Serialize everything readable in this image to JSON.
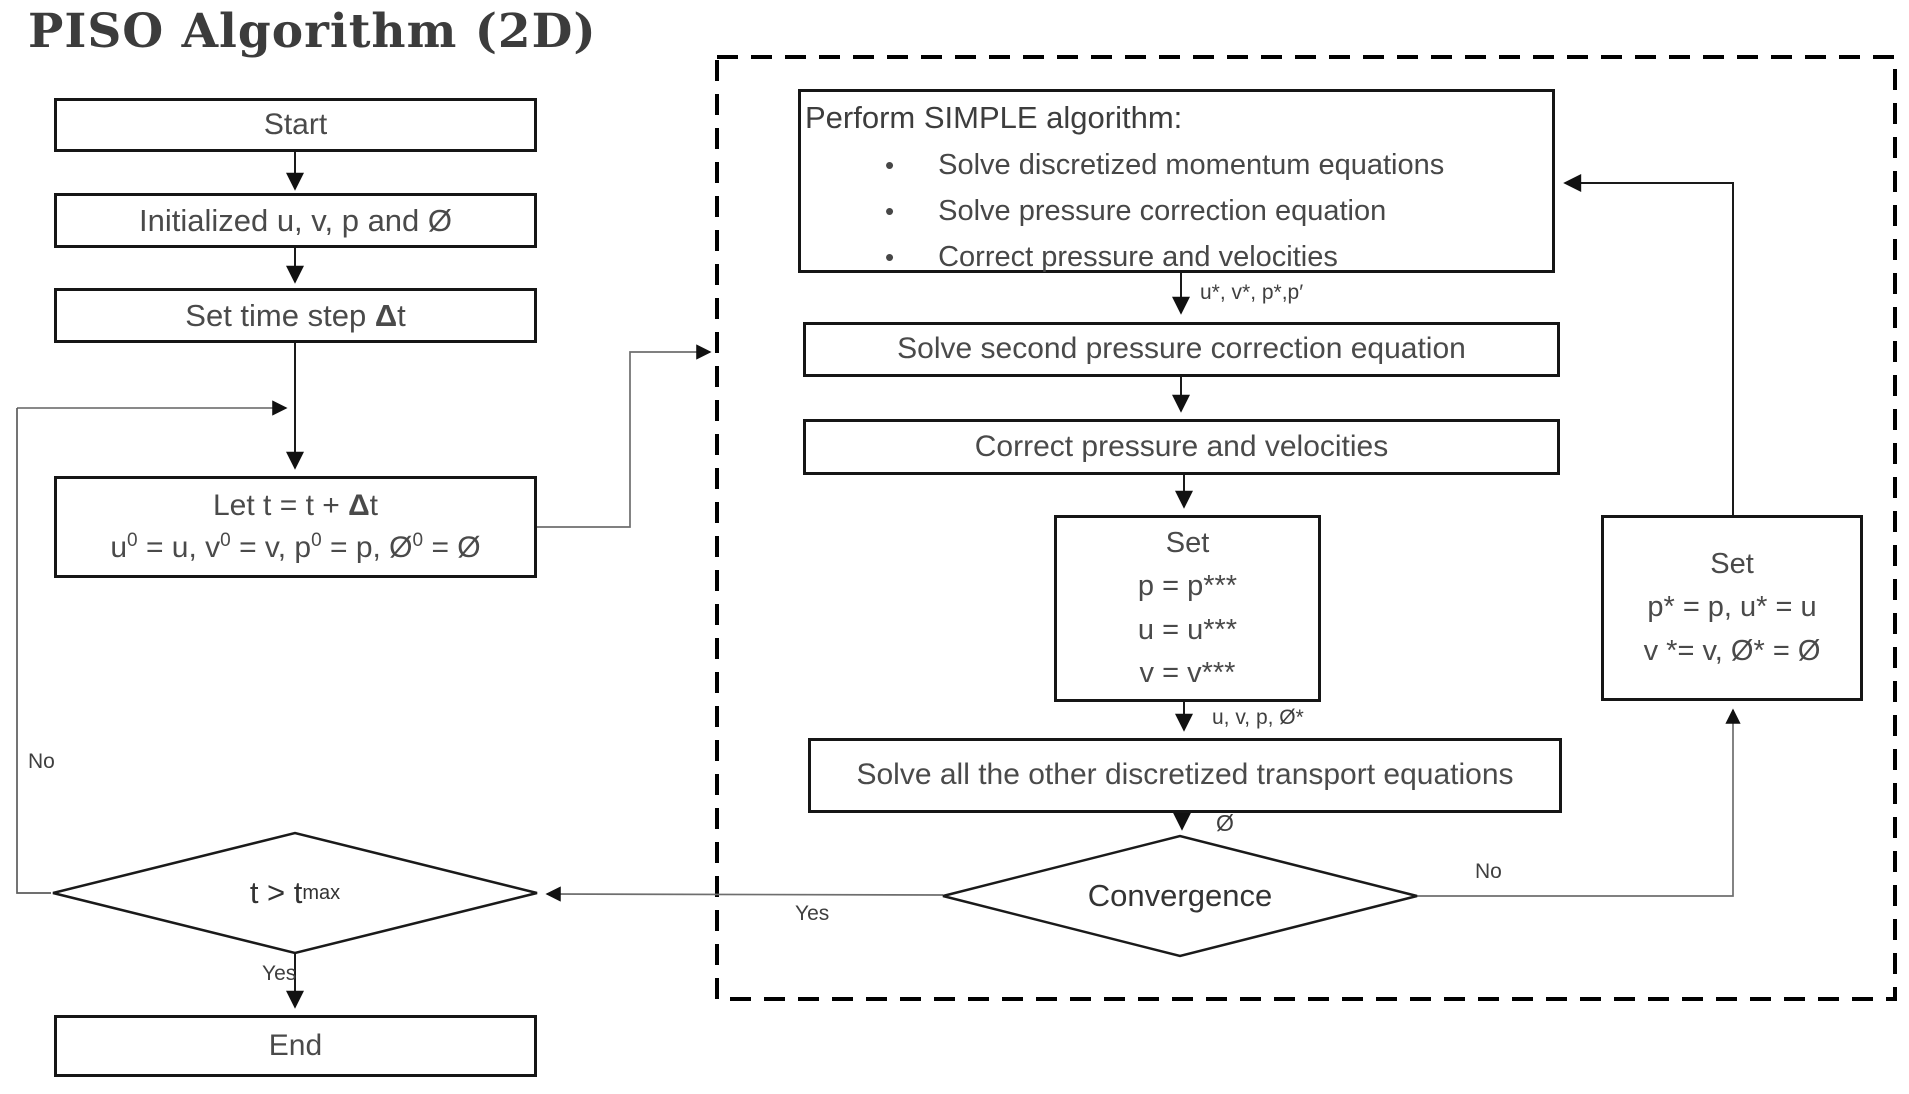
{
  "title": "PISO Algorithm (2D)",
  "left": {
    "start": "Start",
    "init": "Initialized u, v, p and Ø",
    "timestep_pre": "Set time step ",
    "timestep_delta": "Δ",
    "timestep_post": "t",
    "advance": {
      "l1_pre": "Let t = t + ",
      "l1_delta": "Δ",
      "l1_post": "t",
      "l2_p1": "u",
      "l2_s1": "0",
      "l2_p2": " = u, v",
      "l2_s2": "0",
      "l2_p3": " = v, p",
      "l2_s3": "0",
      "l2_p4": " = p, Ø",
      "l2_s4": "0",
      "l2_p5": " = Ø"
    },
    "tmax_pre": "t > t",
    "tmax_sub": "max",
    "end": "End"
  },
  "simple_box": {
    "heading": "Perform SIMPLE algorithm:",
    "bullet_glyph": "•",
    "bullets": [
      "Solve discretized momentum equations",
      "Solve pressure correction equation",
      "Correct pressure and velocities"
    ]
  },
  "right": {
    "solve_second": "Solve second pressure correction equation",
    "correct": "Correct pressure and velocities",
    "set_mid": [
      "Set",
      "p = p***",
      "u = u***",
      "v = v***"
    ],
    "solve_all": "Solve all the other discretized transport equations",
    "convergence": "Convergence",
    "set_right": [
      "Set",
      "p* = p,  u* = u",
      "v *= v, Ø* = Ø"
    ]
  },
  "labels": {
    "no_left": "No",
    "yes_left": "Yes",
    "yes_conv": "Yes",
    "no_conv": "No",
    "after_simple": "u*, v*, p*,p′",
    "after_set": "u, v, p, Ø*",
    "phi": "Ø"
  }
}
